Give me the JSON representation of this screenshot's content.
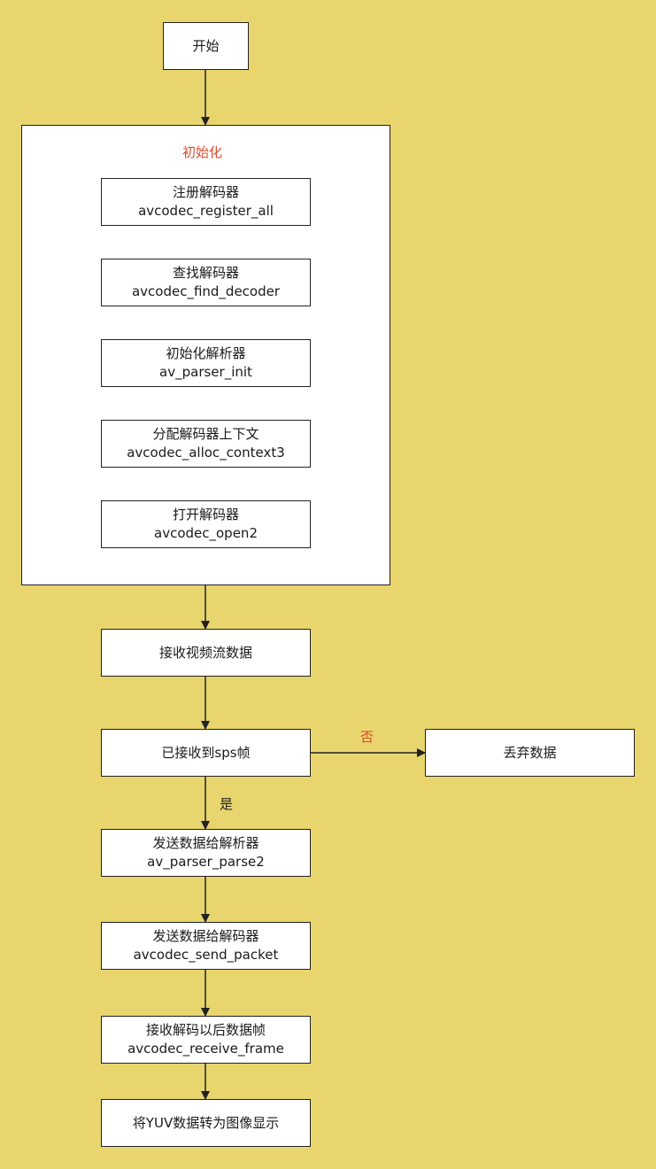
{
  "colors": {
    "background": "#e8d56e",
    "box_fill": "#ffffff",
    "stroke": "#222222",
    "accent_red": "#d94b2b"
  },
  "start": {
    "text": "开始"
  },
  "init_group": {
    "title": "初始化",
    "steps": [
      {
        "cn": "注册解码器",
        "fn": "avcodec_register_all"
      },
      {
        "cn": "查找解码器",
        "fn": "avcodec_find_decoder"
      },
      {
        "cn": "初始化解析器",
        "fn": "av_parser_init"
      },
      {
        "cn": "分配解码器上下文",
        "fn": "avcodec_alloc_context3"
      },
      {
        "cn": "打开解码器",
        "fn": "avcodec_open2"
      }
    ]
  },
  "receive_stream": {
    "text": "接收视频流数据"
  },
  "decision": {
    "text": "已接收到sps帧",
    "no_label": "否",
    "yes_label": "是"
  },
  "discard": {
    "text": "丢弃数据"
  },
  "after_steps": [
    {
      "cn": "发送数据给解析器",
      "fn": "av_parser_parse2"
    },
    {
      "cn": "发送数据给解码器",
      "fn": "avcodec_send_packet"
    },
    {
      "cn": "接收解码以后数据帧",
      "fn": "avcodec_receive_frame"
    }
  ],
  "final": {
    "text": "将YUV数据转为图像显示"
  }
}
